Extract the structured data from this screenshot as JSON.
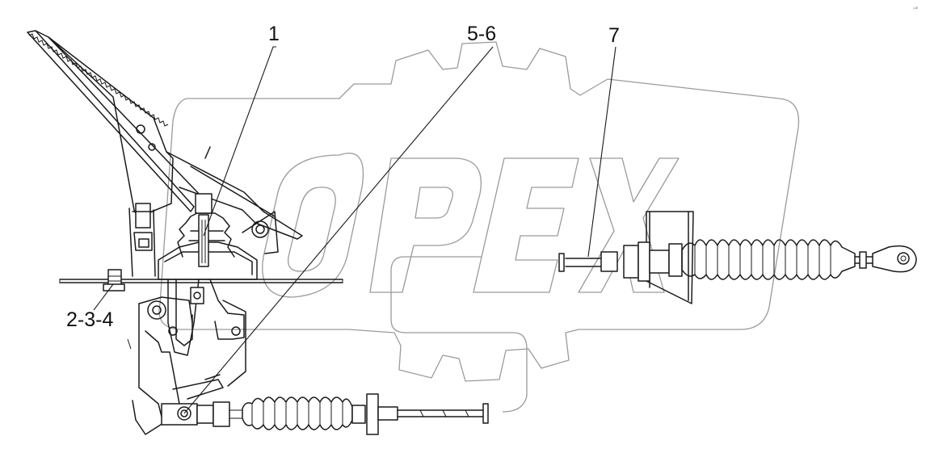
{
  "labels": {
    "part_1": "1",
    "part_5_6": "5-6",
    "part_7": "7",
    "part_2_3_4": "2-3-4"
  },
  "watermark": {
    "text": "OPEX"
  },
  "colors": {
    "line": "#1a1a1a",
    "watermark": "#9a9a9a",
    "background": "#ffffff"
  }
}
